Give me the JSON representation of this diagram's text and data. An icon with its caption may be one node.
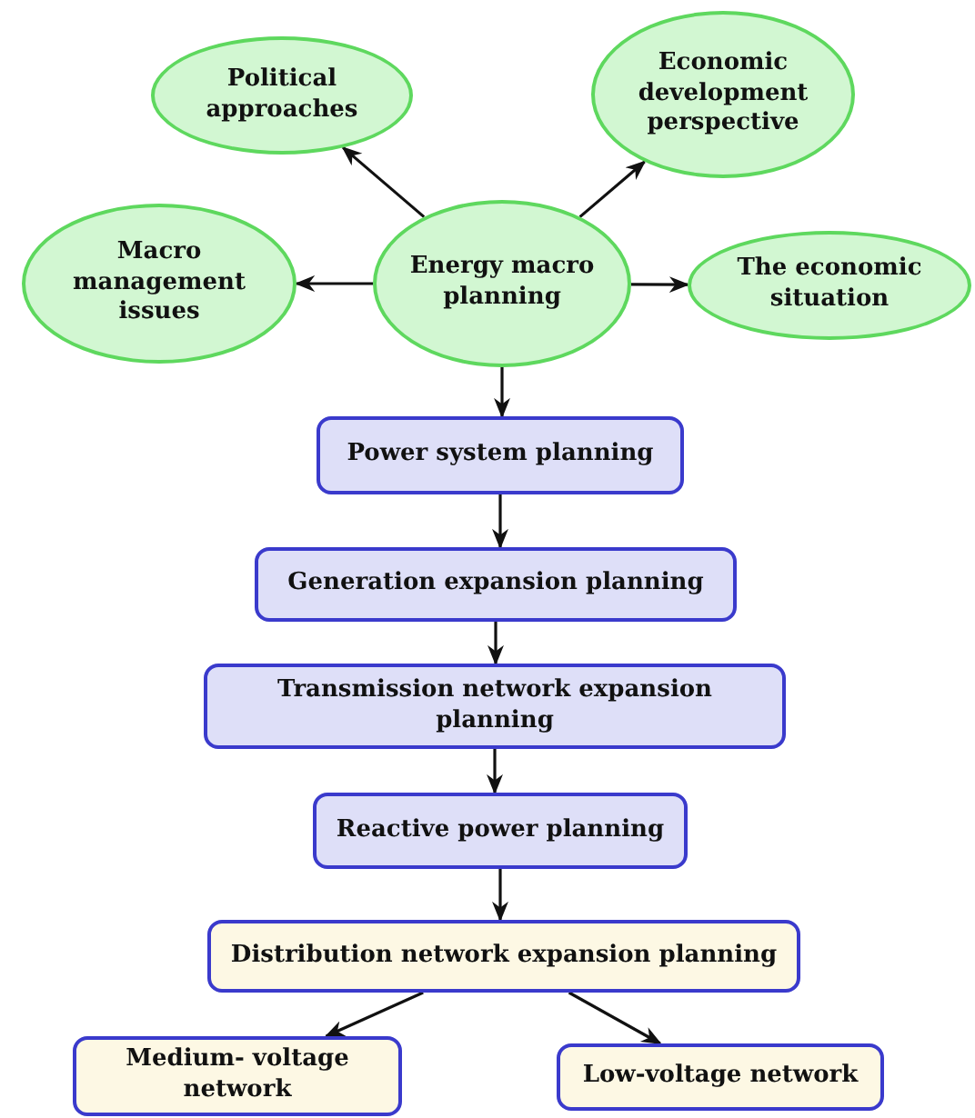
{
  "diagram": {
    "nodes": [
      {
        "text": [
          "Political approaches"
        ]
      },
      {
        "text": [
          "Economic development perspective"
        ]
      },
      {
        "text": [
          "Macro management issues"
        ]
      },
      {
        "text": [
          "Energy macro planning"
        ]
      },
      {
        "text": [
          "The economic situation"
        ]
      },
      {
        "text": [
          "Power system planning"
        ]
      },
      {
        "text": [
          "Generation expansion planning"
        ]
      },
      {
        "text": [
          "Transmission network expansion planning"
        ]
      },
      {
        "text": [
          "Reactive power planning"
        ]
      },
      {
        "text": [
          "Distribution network expansion planning"
        ]
      },
      {
        "text": [
          "Medium- voltage network"
        ]
      },
      {
        "text": [
          "Low-voltage network"
        ]
      }
    ],
    "edges": [
      {
        "from": 3,
        "to": 0,
        "arrow": "to"
      },
      {
        "from": 3,
        "to": 1,
        "arrow": "to"
      },
      {
        "from": 3,
        "to": 2,
        "arrow": "to"
      },
      {
        "from": 3,
        "to": 4,
        "arrow": "to"
      },
      {
        "from": 3,
        "to": 5,
        "arrow": "to"
      },
      {
        "from": 5,
        "to": 6,
        "arrow": "to"
      },
      {
        "from": 6,
        "to": 7,
        "arrow": "to"
      },
      {
        "from": 7,
        "to": 8,
        "arrow": "to"
      },
      {
        "from": 8,
        "to": 9,
        "arrow": "to"
      },
      {
        "from": 9,
        "to": 10,
        "arrow": "to"
      },
      {
        "from": 9,
        "to": 11,
        "arrow": "to"
      }
    ]
  }
}
